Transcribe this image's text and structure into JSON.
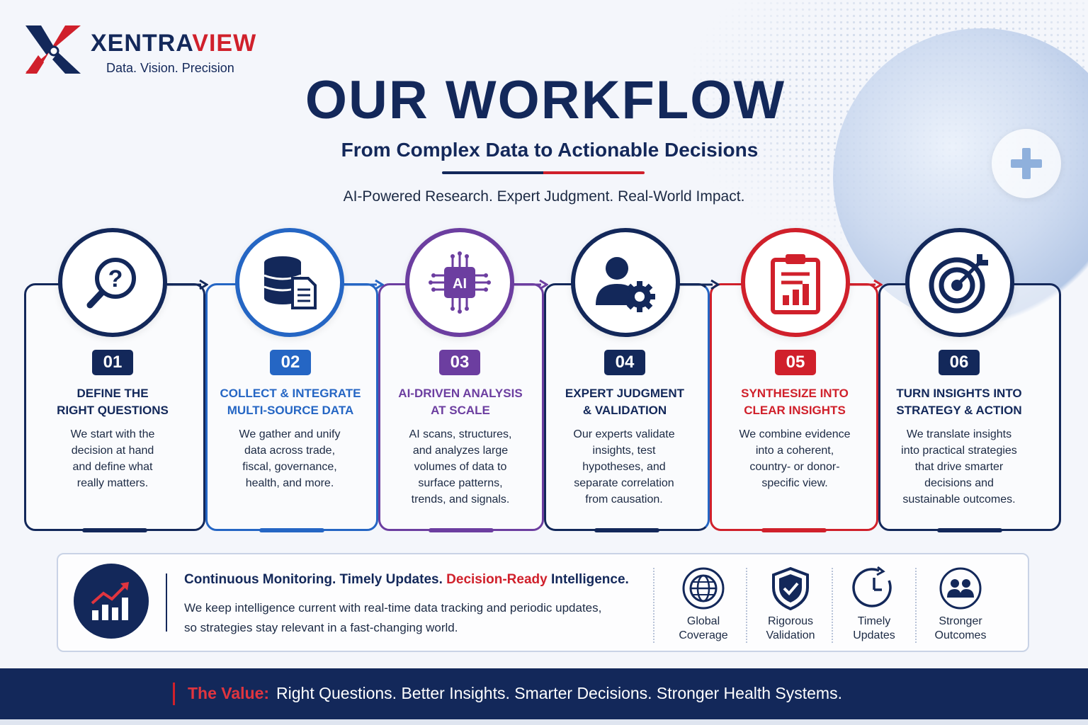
{
  "brand": {
    "name_part1": "XENTRA",
    "name_part2": "VIEW",
    "tagline": "Data. Vision. Precision"
  },
  "header": {
    "title": "OUR WORKFLOW",
    "subtitle": "From Complex Data to Actionable Decisions",
    "tagline": "AI-Powered Research. Expert Judgment. Real-World Impact."
  },
  "colors": {
    "navy": "#13285a",
    "blue": "#2566c4",
    "purple": "#6c3ea0",
    "red": "#d0202b"
  },
  "steps": [
    {
      "num": "01",
      "title_line1": "DEFINE THE",
      "title_line2": "RIGHT QUESTIONS",
      "icon": "magnifier-question-icon",
      "color": "#13285a",
      "desc": [
        "We start with the",
        "decision at hand",
        "and define what",
        "really matters."
      ]
    },
    {
      "num": "02",
      "title_line1": "COLLECT & INTEGRATE",
      "title_line2": "MULTI-SOURCE DATA",
      "icon": "database-document-icon",
      "color": "#2566c4",
      "desc": [
        "We gather and unify",
        "data across trade,",
        "fiscal, governance,",
        "health, and more."
      ]
    },
    {
      "num": "03",
      "title_line1": "AI-DRIVEN ANALYSIS",
      "title_line2": "AT SCALE",
      "icon": "ai-chip-icon",
      "color": "#6c3ea0",
      "desc": [
        "AI scans, structures,",
        "and analyzes large",
        "volumes of data to",
        "surface patterns,",
        "trends, and signals."
      ]
    },
    {
      "num": "04",
      "title_line1": "EXPERT JUDGMENT",
      "title_line2": "& VALIDATION",
      "icon": "expert-gear-icon",
      "color": "#13285a",
      "desc": [
        "Our experts validate",
        "insights, test",
        "hypotheses, and",
        "separate correlation",
        "from causation."
      ]
    },
    {
      "num": "05",
      "title_line1": "SYNTHESIZE INTO",
      "title_line2": "CLEAR INSIGHTS",
      "icon": "clipboard-chart-icon",
      "color": "#d0202b",
      "desc": [
        "We combine evidence",
        "into a coherent,",
        "country- or donor-",
        "specific view."
      ]
    },
    {
      "num": "06",
      "title_line1": "TURN INSIGHTS INTO",
      "title_line2": "STRATEGY & ACTION",
      "icon": "target-arrow-icon",
      "color": "#13285a",
      "desc": [
        "We translate insights",
        "into practical strategies",
        "that drive smarter",
        "decisions and",
        "sustainable outcomes."
      ]
    }
  ],
  "monitoring": {
    "head_part1": "Continuous Monitoring. Timely Updates. ",
    "head_part2": "Decision-Ready",
    "head_part3": " Intelligence.",
    "body_line1": "We keep intelligence current with real-time data tracking and periodic updates,",
    "body_line2": "so strategies stay relevant in a fast-changing world."
  },
  "features": [
    {
      "line1": "Global",
      "line2": "Coverage",
      "icon": "globe-icon"
    },
    {
      "line1": "Rigorous",
      "line2": "Validation",
      "icon": "shield-check-icon"
    },
    {
      "line1": "Timely",
      "line2": "Updates",
      "icon": "clock-icon"
    },
    {
      "line1": "Stronger",
      "line2": "Outcomes",
      "icon": "people-icon"
    }
  ],
  "footer": {
    "label": "The Value:",
    "text": "Right Questions. Better Insights. Smarter Decisions. Stronger Health Systems."
  }
}
